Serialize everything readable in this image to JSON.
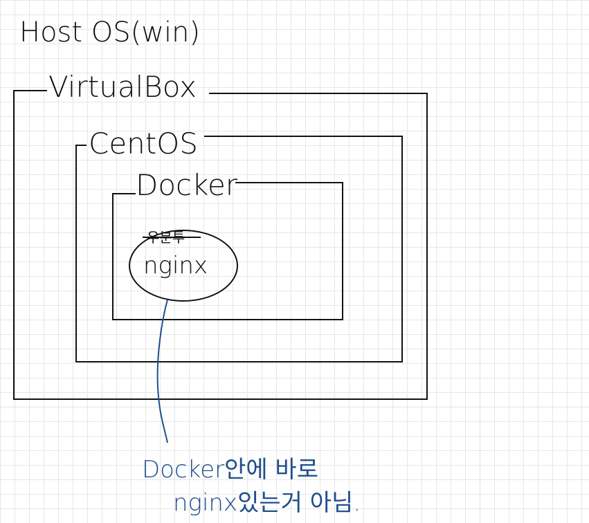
{
  "labels": {
    "host_os": "Host OS(win)",
    "virtualbox": "VirtualBox",
    "centos": "CentOS",
    "docker": "Docker",
    "crossed_out": "우분투",
    "nginx": "nginx"
  },
  "annotation": {
    "line1": "Docker안에 바로",
    "line2": "nginx있는거 아님."
  },
  "colors": {
    "ink": "#111111",
    "note": "#1f4e8c",
    "grid": "#e6e6e6"
  }
}
